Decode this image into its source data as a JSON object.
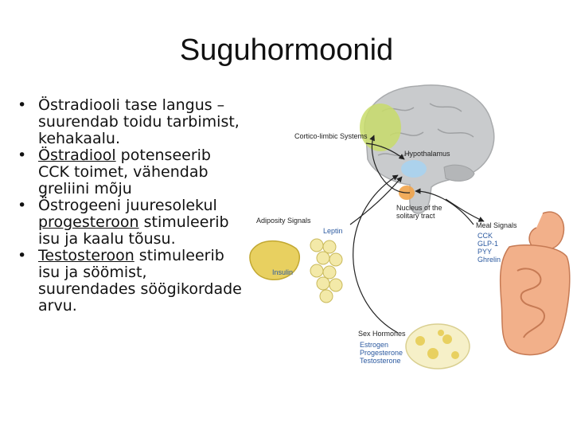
{
  "slide": {
    "title": "Suguhormoonid"
  },
  "bullets": [
    {
      "parts": [
        "Östradiooli tase langus – suurendab toidu tarbimist,  kehakaalu."
      ]
    },
    {
      "parts": [
        "Östradiool",
        " potenseerib CCK toimet, vähendab greliini mõju"
      ]
    },
    {
      "parts": [
        "Östrogeeni juuresolekul ",
        "progesteroon",
        " stimuleerib isu ja kaalu tõusu."
      ]
    },
    {
      "parts": [
        "Testosteroon",
        " stimuleerib isu ja söömist, suurendades söögikordade arvu."
      ]
    }
  ],
  "diagram": {
    "cortico": "Cortico-limbic Systems",
    "hypothalamus": "Hypothalamus",
    "nucleus_line1": "Nucleus of the",
    "nucleus_line2": "solitary tract",
    "adiposity": "Adiposity Signals",
    "leptin": "Leptin",
    "insulin": "Insulin",
    "meal": "Meal Signals",
    "meal_items": [
      "CCK",
      "GLP-1",
      "PYY",
      "Ghrelin"
    ],
    "sex_hormones": "Sex Hormones",
    "sex_items": [
      "Estrogen",
      "Progesterone",
      "Testosterone"
    ]
  },
  "colors": {
    "brain": "#c9cbcd",
    "cortico_highlight": "#c8dc6a",
    "hypothalamus_highlight": "#a9d3f0",
    "nucleus_highlight": "#f0a34a",
    "fat_cell": "#f3e9a8",
    "liver": "#e8d060",
    "intestine": "#f2b08a",
    "label_blue": "#2c5aa0"
  }
}
